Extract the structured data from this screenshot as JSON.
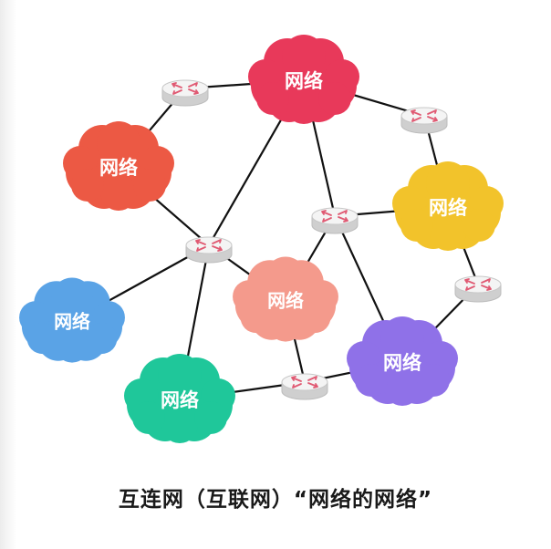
{
  "network_label": "网络",
  "caption": "互连网（互联网）“网络的网络”",
  "colors": {
    "cloud_crimson": "#e8395a",
    "cloud_red": "#ec5944",
    "cloud_yellow": "#f2c32b",
    "cloud_salmon": "#f49a8c",
    "cloud_blue": "#5aa3e6",
    "cloud_purple": "#8f71e8",
    "cloud_green": "#1fc79a",
    "line": "#111111",
    "router_body": "#f4f4f4",
    "router_arrow": "#e05a73"
  },
  "clouds": [
    {
      "id": "crimson",
      "color": "cloud_crimson",
      "label": "网络"
    },
    {
      "id": "red",
      "color": "cloud_red",
      "label": "网络"
    },
    {
      "id": "yellow",
      "color": "cloud_yellow",
      "label": "网络"
    },
    {
      "id": "salmon",
      "color": "cloud_salmon",
      "label": "网络"
    },
    {
      "id": "blue",
      "color": "cloud_blue",
      "label": "网络"
    },
    {
      "id": "purple",
      "color": "cloud_purple",
      "label": "网络"
    },
    {
      "id": "green",
      "color": "cloud_green",
      "label": "网络"
    }
  ],
  "routers": [
    "r1",
    "r2",
    "r3",
    "r4",
    "r5",
    "r6"
  ],
  "links": [
    [
      "r1",
      "crimson"
    ],
    [
      "r1",
      "red"
    ],
    [
      "crimson",
      "r2"
    ],
    [
      "crimson",
      "r3"
    ],
    [
      "crimson",
      "r4"
    ],
    [
      "red",
      "r3"
    ],
    [
      "r2",
      "yellow"
    ],
    [
      "r4",
      "yellow"
    ],
    [
      "r4",
      "salmon"
    ],
    [
      "r4",
      "purple"
    ],
    [
      "r3",
      "salmon"
    ],
    [
      "r3",
      "blue"
    ],
    [
      "r3",
      "green"
    ],
    [
      "yellow",
      "r5"
    ],
    [
      "r5",
      "purple"
    ],
    [
      "salmon",
      "r6"
    ],
    [
      "r6",
      "green"
    ],
    [
      "r6",
      "purple"
    ]
  ]
}
